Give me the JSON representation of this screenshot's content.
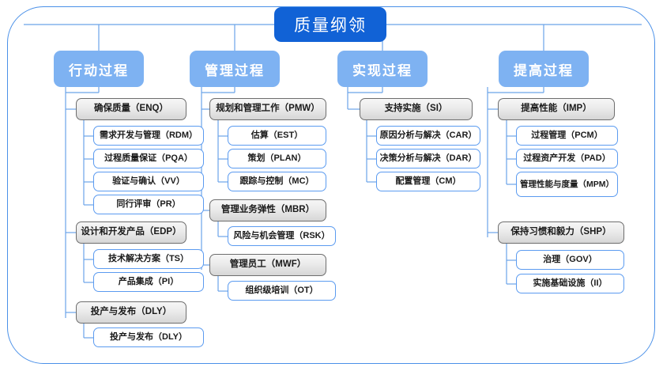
{
  "diagram": {
    "root": {
      "label": "质量纲领"
    },
    "colors": {
      "root_fill": "#1162d6",
      "header_fill": "#7eb2f2",
      "group_border": "#6e6e6e",
      "leaf_border": "#5b9bf0",
      "wire": "#6ba4e8",
      "frame": "#4a90e8"
    },
    "columns": [
      {
        "header": "行动过程",
        "groups": [
          {
            "label": "确保质量（ENQ）",
            "children": [
              "需求开发与管理（RDM）",
              "过程质量保证（PQA）",
              "验证与确认（VV）",
              "同行评审（PR）"
            ]
          },
          {
            "label": "设计和开发产品（EDP）",
            "children": [
              "技术解决方案（TS）",
              "产品集成（PI）"
            ]
          },
          {
            "label": "投产与发布（DLY）",
            "children": [
              "投产与发布（DLY）"
            ]
          }
        ]
      },
      {
        "header": "管理过程",
        "groups": [
          {
            "label": "规划和管理工作（PMW）",
            "children": [
              "估算（EST）",
              "策划（PLAN）",
              "跟踪与控制（MC）"
            ]
          },
          {
            "label": "管理业务弹性（MBR）",
            "children": [
              "风险与机会管理（RSK）"
            ]
          },
          {
            "label": "管理员工（MWF）",
            "children": [
              "组织级培训（OT）"
            ]
          }
        ]
      },
      {
        "header": "实现过程",
        "groups": [
          {
            "label": "支持实施（SI）",
            "children": [
              "原因分析与解决（CAR）",
              "决策分析与解决（DAR）",
              "配置管理（CM）"
            ]
          }
        ]
      },
      {
        "header": "提高过程",
        "groups": [
          {
            "label": "提高性能（IMP）",
            "children": [
              "过程管理（PCM）",
              "过程资产开发（PAD）",
              "管理性能与度量（MPM）"
            ]
          },
          {
            "label": "保持习惯和毅力（SHP）",
            "children": [
              "治理（GOV）",
              "实施基础设施（II）"
            ]
          }
        ]
      }
    ]
  }
}
